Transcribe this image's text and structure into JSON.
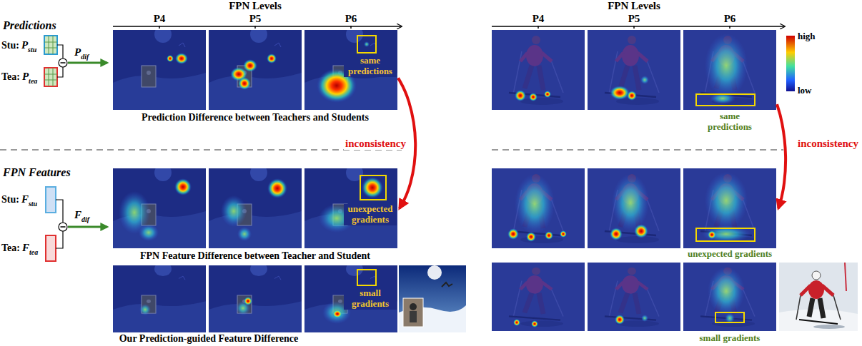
{
  "diagram": {
    "nodes": [
      {
        "text": [
          "same predictions"
        ]
      },
      {
        "text": [
          "unexpected gradients"
        ]
      },
      {
        "text": [
          "small gradients"
        ]
      },
      {
        "text": [
          "same predictions"
        ]
      },
      {
        "text": [
          "unexpected gradients"
        ]
      },
      {
        "text": [
          "small gradients"
        ]
      }
    ],
    "edges": [
      {
        "from": 0,
        "to": 1,
        "arrow": "to",
        "label": "inconsistency"
      },
      {
        "from": 3,
        "to": 4,
        "arrow": "to",
        "label": "inconsistency"
      }
    ],
    "labels": [
      "FPN Levels",
      "P4",
      "P5",
      "P6",
      "FPN Levels",
      "P4",
      "P5",
      "P6",
      "high",
      "low",
      "Predictions",
      "Stu:",
      "P",
      "stu",
      "Tea:",
      "P",
      "tea",
      "P",
      "dif",
      "Prediction Difference between Teachers and Students",
      "FPN Features",
      "Stu:",
      "F",
      "stu",
      "Tea:",
      "F",
      "tea",
      "F",
      "dif",
      "FPN Feature Difference between Teacher and Student",
      "Our Prediction-guided Feature Difference"
    ]
  }
}
